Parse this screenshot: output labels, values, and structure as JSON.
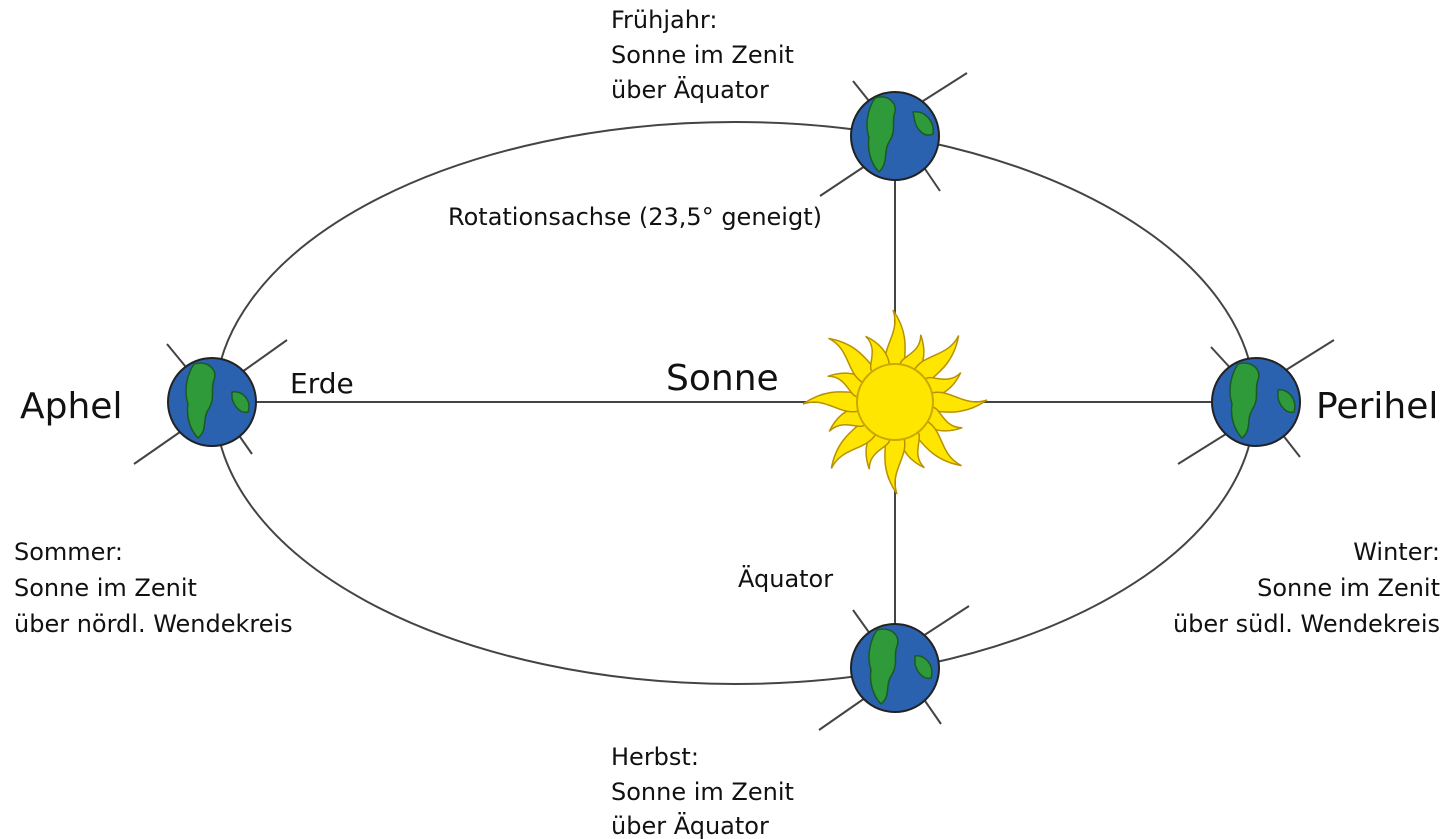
{
  "labels": {
    "aphel": "Aphel",
    "perihel": "Perihel",
    "erde": "Erde",
    "sonne": "Sonne",
    "rotationsachse": "Rotationsachse (23,5° geneigt)",
    "aequator": "Äquator"
  },
  "seasons": {
    "fruehjahr": [
      "Frühjahr:",
      "Sonne im Zenit",
      "über Äquator"
    ],
    "sommer": [
      "Sommer:",
      "Sonne im Zenit",
      "über nördl. Wendekreis"
    ],
    "herbst": [
      "Herbst:",
      "Sonne im Zenit",
      "über Äquator"
    ],
    "winter": [
      "Winter:",
      "Sonne im Zenit",
      "über südl. Wendekreis"
    ]
  },
  "colors": {
    "ocean": "#2a62b0",
    "land": "#2f9a3a",
    "sun": "#ffe600",
    "sun_rays": "#f5c800",
    "line": "#444444"
  }
}
